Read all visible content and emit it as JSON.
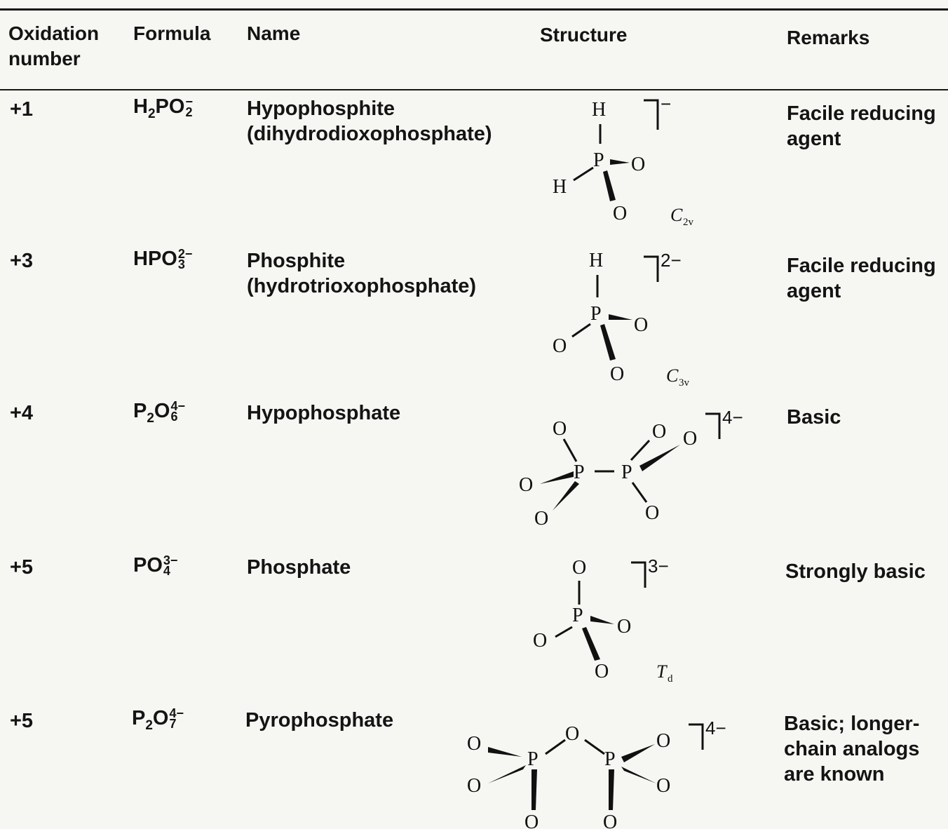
{
  "headers": {
    "oxidation": "Oxidation number",
    "oxidation_line1": "Oxidation",
    "oxidation_line2": "number",
    "formula": "Formula",
    "name": "Name",
    "structure": "Structure",
    "remarks": "Remarks"
  },
  "rows": [
    {
      "oxidation": "+1",
      "formula_base": "H",
      "formula_parts": [
        "H",
        "2",
        "PO",
        "2",
        "−"
      ],
      "name_line1": "Hypophosphite",
      "name_line2": "(dihydrodioxophosphate)",
      "charge": "−",
      "symmetry": "C",
      "symmetry_sub": "2v",
      "remark_line1": "Facile reducing",
      "remark_line2": "agent",
      "atoms": {
        "h1": "H",
        "h2": "H",
        "p": "P",
        "o1": "O",
        "o2": "O"
      }
    },
    {
      "oxidation": "+3",
      "formula_parts": [
        "HPO",
        "3",
        "2−"
      ],
      "name_line1": "Phosphite",
      "name_line2": "(hydrotrioxophosphate)",
      "charge": "2−",
      "symmetry": "C",
      "symmetry_sub": "3v",
      "remark_line1": "Facile reducing",
      "remark_line2": "agent",
      "atoms": {
        "h": "H",
        "p": "P",
        "o1": "O",
        "o2": "O",
        "o3": "O"
      }
    },
    {
      "oxidation": "+4",
      "formula_parts": [
        "P",
        "2",
        "O",
        "6",
        "4−"
      ],
      "name_line1": "Hypophosphate",
      "charge": "4−",
      "remark_line1": "Basic",
      "atoms": {
        "p1": "P",
        "p2": "P",
        "o1": "O",
        "o2": "O",
        "o3": "O",
        "o4": "O",
        "o5": "O",
        "o6": "O"
      }
    },
    {
      "oxidation": "+5",
      "formula_parts": [
        "PO",
        "4",
        "3−"
      ],
      "name_line1": "Phosphate",
      "charge": "3−",
      "symmetry": "T",
      "symmetry_sub": "d",
      "remark_line1": "Strongly basic",
      "atoms": {
        "p": "P",
        "o1": "O",
        "o2": "O",
        "o3": "O",
        "o4": "O"
      }
    },
    {
      "oxidation": "+5",
      "formula_parts": [
        "P",
        "2",
        "O",
        "7",
        "4−"
      ],
      "name_line1": "Pyrophosphate",
      "charge": "4−",
      "remark_line1": "Basic; longer-",
      "remark_line2": "chain analogs",
      "remark_line3": "are known",
      "atoms": {
        "p1": "P",
        "p2": "P",
        "ob": "O",
        "o1": "O",
        "o2": "O",
        "o3": "O",
        "o4": "O",
        "o5": "O",
        "o6": "O"
      }
    }
  ]
}
